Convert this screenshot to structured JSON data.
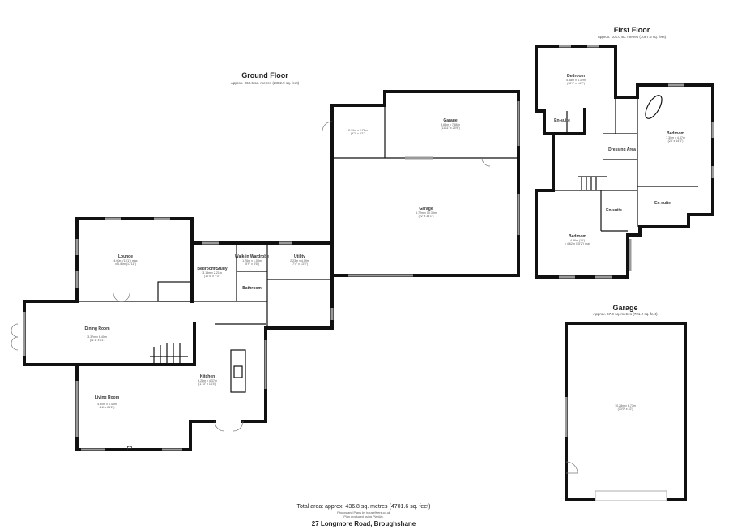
{
  "ground_floor": {
    "title": "Ground Floor",
    "area": "Approx. 260.6 sq. metres (2802.9 sq. feet)",
    "rooms": [
      {
        "name": "Lounge",
        "dim1": "4.60m (15'1\") max",
        "dim2": "x 5.46m (17'11\")"
      },
      {
        "name": "Dining Room",
        "dim1": "3.37m x 6.40m",
        "dim2": "(11'1\" x 21')"
      },
      {
        "name": "Living Room",
        "dim1": "4.90m x 6.44m",
        "dim2": "(16' x 21'2\")"
      },
      {
        "name": "Kitchen",
        "dim1": "5.26m x 4.37m",
        "dim2": "(17'3\" x 14'4\")"
      },
      {
        "name": "Bedroom/Study",
        "dim1": "3.15m x 2.21m",
        "dim2": "(10'4\" x 7'3\")"
      },
      {
        "name": "Walk-in Wardrobe",
        "dim1": "1.76m x 1.08m",
        "dim2": "(5'9\" x 3'6\")"
      },
      {
        "name": "Bathroom",
        "dim1": "",
        "dim2": ""
      },
      {
        "name": "Utility",
        "dim1": "2.23m x 4.09m",
        "dim2": "(7'4\" x 13'5\")"
      },
      {
        "name": "",
        "dim1": "2.79m x 2.78m",
        "dim2": "(9'2\" x 9'1\")"
      },
      {
        "name": "Garage",
        "dim1": "3.64m x 7.86m",
        "dim2": "(11'11\" x 25'9\")"
      },
      {
        "name": "Garage",
        "dim1": "6.72m x 10.39m",
        "dim2": "(22' x 34'1\")"
      }
    ],
    "fireplace": "FP"
  },
  "first_floor": {
    "title": "First Floor",
    "area": "Approx. 101.0 sq. metres (1087.6 sq. feet)",
    "rooms": [
      {
        "name": "Bedroom",
        "dim1": "5.58m x 4.32m",
        "dim2": "(18'4\" x 14'2\")"
      },
      {
        "name": "En-suite",
        "dim1": "",
        "dim2": ""
      },
      {
        "name": "Bedroom",
        "dim1": "7.30m x 4.37m",
        "dim2": "(24' x 14'4\")"
      },
      {
        "name": "Dressing Area",
        "dim1": "",
        "dim2": ""
      },
      {
        "name": "En-suite",
        "dim1": "",
        "dim2": ""
      },
      {
        "name": "En-suite",
        "dim1": "",
        "dim2": ""
      },
      {
        "name": "Bedroom",
        "dim1": "4.96m (16')",
        "dim2": "x 4.62m (15'2\") max"
      }
    ]
  },
  "garage_block": {
    "title": "Garage",
    "area": "Approx. 67.0 sq. metres (721.2 sq. feet)",
    "dim1": "10.28m x 6.73m",
    "dim2": "(33'9\" x 22')"
  },
  "footer": {
    "total_area": "Total area: approx. 436.8 sq. metres (4701.6 sq. feet)",
    "credit1": "Photos and Plans by houseflyers.co.uk",
    "credit2": "Plan produced using PlanUp.",
    "address": "27 Longmore Road, Broughshane"
  }
}
